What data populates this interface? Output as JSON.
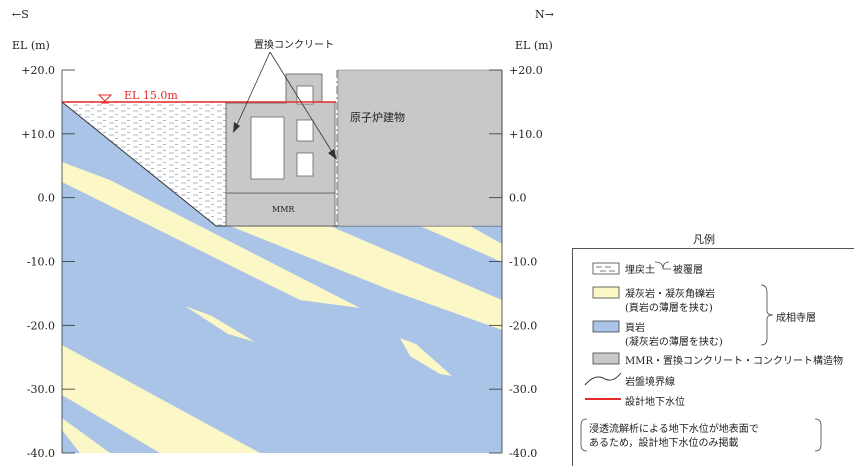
{
  "direction": {
    "south": "←S",
    "north": "N→"
  },
  "axis": {
    "unit_label_left": "EL (m)",
    "unit_label_right": "EL (m)",
    "ticks": [
      "+20.0",
      "+10.0",
      "0.0",
      "-10.0",
      "-20.0",
      "-30.0",
      "-40.0"
    ],
    "tick_values": [
      20,
      10,
      0,
      -10,
      -20,
      -30,
      -40
    ]
  },
  "annotations": {
    "replacement_concrete": "置換コンクリート",
    "water_level": "EL 15.0m",
    "reactor_building": "原子炉建物",
    "mmr": "MMR"
  },
  "levels": {
    "design_groundwater_el": 15.0
  },
  "legend": {
    "title": "凡例",
    "fill_soil": "埋戻土",
    "covering_layer": "被覆層",
    "tuff": "凝灰岩・凝灰角礫岩",
    "tuff_note": "(頁岩の薄層を挟む)",
    "shale": "頁岩",
    "shale_note": "(凝灰岩の薄層を挟む)",
    "formation": "成相寺層",
    "concrete": "MMR・置換コンクリート・コンクリート構造物",
    "rock_boundary": "岩盤境界線",
    "design_water": "設計地下水位",
    "note_line1": "浸透流解析による地下水位が地表面で",
    "note_line2": "あるため，設計地下水位のみ掲載"
  },
  "colors": {
    "shale": "#a9c4e7",
    "tuff": "#fbf7c6",
    "concrete": "#c8c8c8",
    "water_line": "#e52a2a"
  }
}
